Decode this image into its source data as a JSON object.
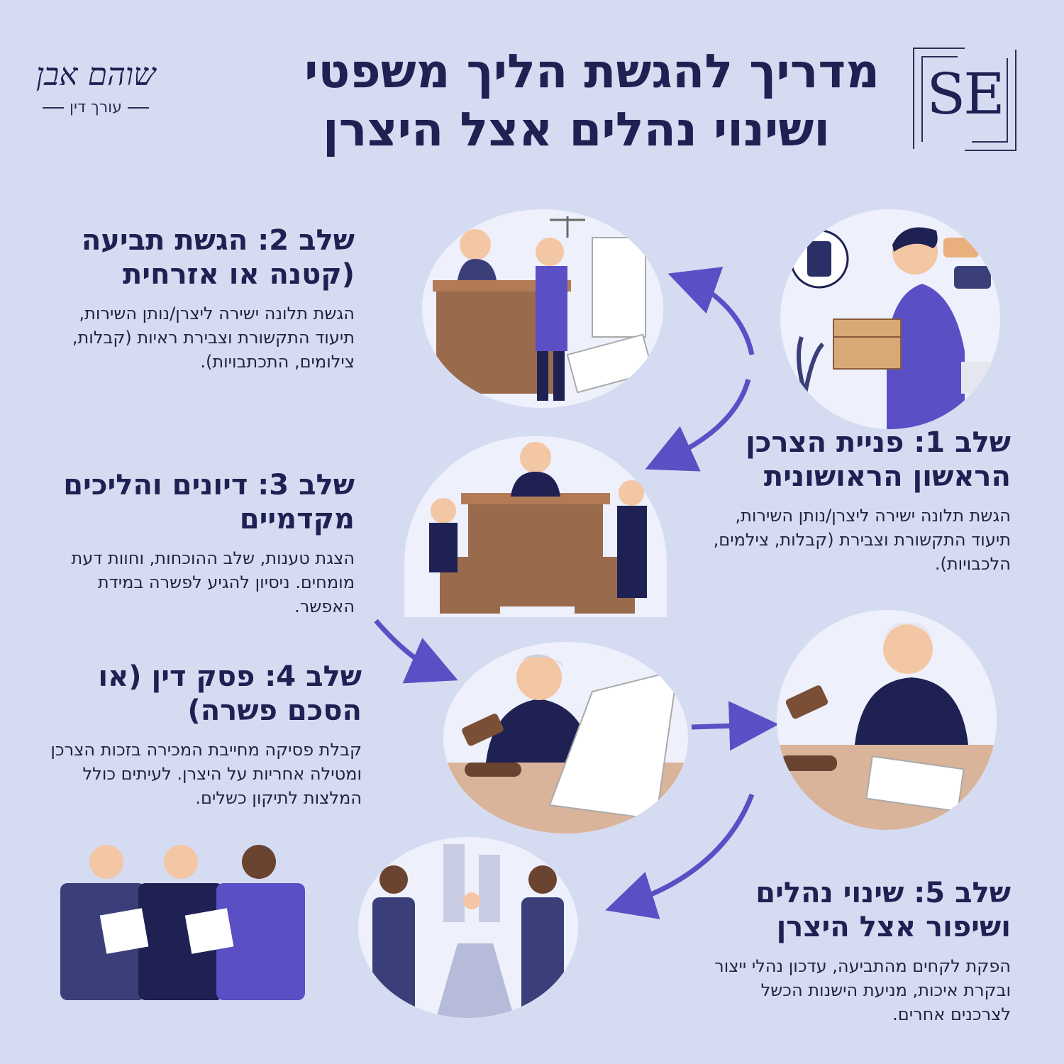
{
  "header": {
    "title_line1": "מדריך להגשת הליך משפטי",
    "title_line2": "ושינוי נהלים אצל היצרן",
    "logo_text": "SE"
  },
  "signature": {
    "name": "שוהם אבן",
    "role": "עורך דין"
  },
  "steps": [
    {
      "title": "שלב 1: פניית הצרכן הראשון הראושונית",
      "body": "הגשת תלונה ישירה ליצרן/נותן השירות, תיעוד התקשורת וצבירת (קבלות, צילמים, הלכבויות).",
      "icon": "consumer-phone-box-icon"
    },
    {
      "title": "שלב 2: הגשת תביעה (קטנה או אזרחית",
      "body": "הגשת תלונה ישירה ליצרן/נותן השירות, תיעוד התקשורת וצבירת ראיות (קבלות, צילומים, התכתבויות).",
      "icon": "court-filing-icon"
    },
    {
      "title": "שלב 3: דיונים והליכים מקדמיים",
      "body": "הצגת טענות, שלב ההוכחות, וחוות דעת מומחים. ניסיון להגיע לפשרה במידת האפשר.",
      "icon": "courtroom-hearing-icon"
    },
    {
      "title": "שלב 4: פסק דין (או הסכם פשרה)",
      "body": "קבלת פסיקה מחייבת המכירה בזכות הצרכן ומטילה אחריות על היצרן. לעיתים כולל המלצות לתיקון כשלים.",
      "icon": "judge-ruling-icon"
    },
    {
      "title": "שלב 5: שינוי נהלים ושיפור אצל היצרן",
      "body": "הפקת לקחים מהתביעה, עדכון נהלי ייצור ובקרת איכות, מניעת הישנות הכשל לצרכנים אחרים.",
      "icon": "factory-workers-icon"
    }
  ],
  "colors": {
    "background": "#d5dcf2",
    "navy": "#1e2152",
    "accent_purple": "#5a4fc4",
    "circle_fill": "#eef0fb",
    "wood": "#9a6a4c",
    "skin": "#f3c6a4"
  }
}
